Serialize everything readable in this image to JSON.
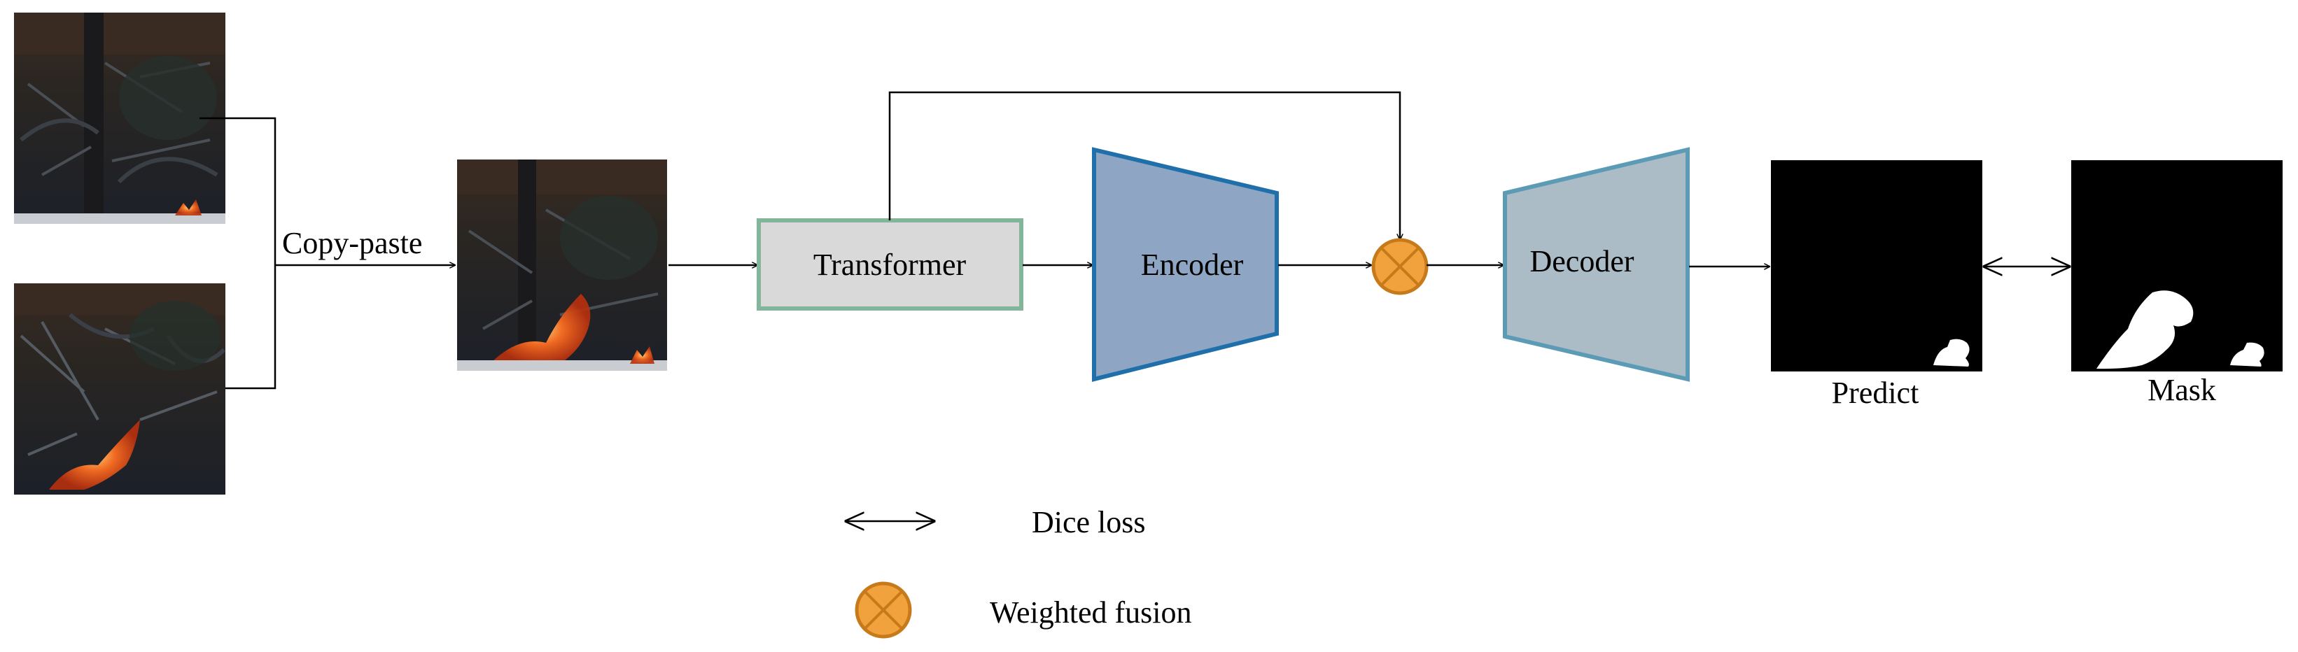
{
  "labels": {
    "copy_paste": "Copy-paste",
    "transformer": "Transformer",
    "encoder": "Encoder",
    "decoder": "Decoder",
    "predict": "Predict",
    "mask": "Mask"
  },
  "legend": {
    "dice_loss": "Dice loss",
    "weighted_fusion": "Weighted fusion"
  },
  "colors": {
    "transformer_fill": "#d9d9d9",
    "transformer_stroke": "#82b59a",
    "encoder_fill": "#8ea6c4",
    "encoder_stroke": "#1f6fab",
    "decoder_fill": "#abbcc6",
    "decoder_stroke": "#5b9bb5",
    "fusion_fill": "#f2a23c",
    "fusion_stroke": "#c77a19",
    "fire": "#e8501a"
  },
  "icons": {
    "input_image_top": "forest-fire-photo",
    "input_image_bottom": "forest-fire-photo",
    "mixed_image": "forest-fire-photo",
    "predict_image": "binary-mask",
    "mask_image": "binary-mask",
    "fusion_node": "circle-x-icon",
    "dice_loss_arrow": "double-arrow-icon"
  }
}
